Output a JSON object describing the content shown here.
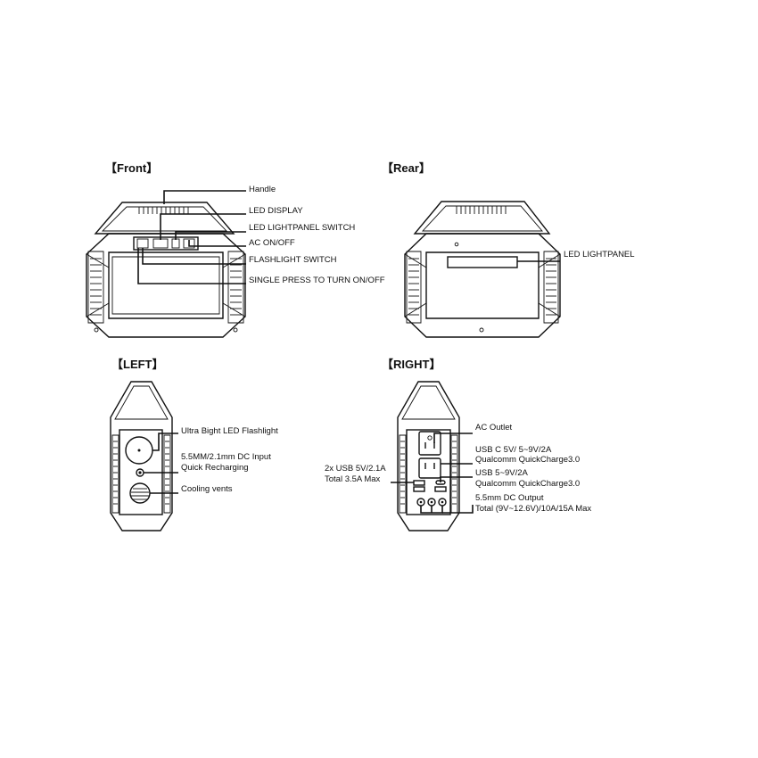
{
  "front": {
    "title": "【Front】",
    "labels": {
      "handle": "Handle",
      "led_display": "LED DISPLAY",
      "led_lightpanel_switch": "LED LIGHTPANEL SWITCH",
      "ac_onoff": "AC ON/OFF",
      "flashlight_switch": "FLASHLIGHT SWITCH",
      "single_press": "SINGLE PRESS TO TURN ON/OFF"
    }
  },
  "rear": {
    "title": "【Rear】",
    "labels": {
      "led_lightpanel": "LED LIGHTPANEL"
    }
  },
  "left": {
    "title": "【LEFT】",
    "labels": {
      "flashlight": "Ultra Bight LED Flashlight",
      "dc_input_1": "5.5MM/2.1mm DC Input",
      "dc_input_2": "Quick Recharging",
      "cooling": "Cooling vents"
    }
  },
  "right": {
    "title": "【RIGHT】",
    "labels": {
      "ac_outlet": "AC Outlet",
      "usbc_1": "USB C 5V/ 5~9V/2A",
      "usbc_2": "Qualcomm QuickCharge3.0",
      "usb_1": "USB 5~9V/2A",
      "usb_2": "Qualcomm QuickCharge3.0",
      "usb2x_1": "2x USB 5V/2.1A",
      "usb2x_2": "Total 3.5A Max",
      "dc_out_1": "5.5mm DC Output",
      "dc_out_2": "Total (9V~12.6V)/10A/15A Max"
    }
  }
}
